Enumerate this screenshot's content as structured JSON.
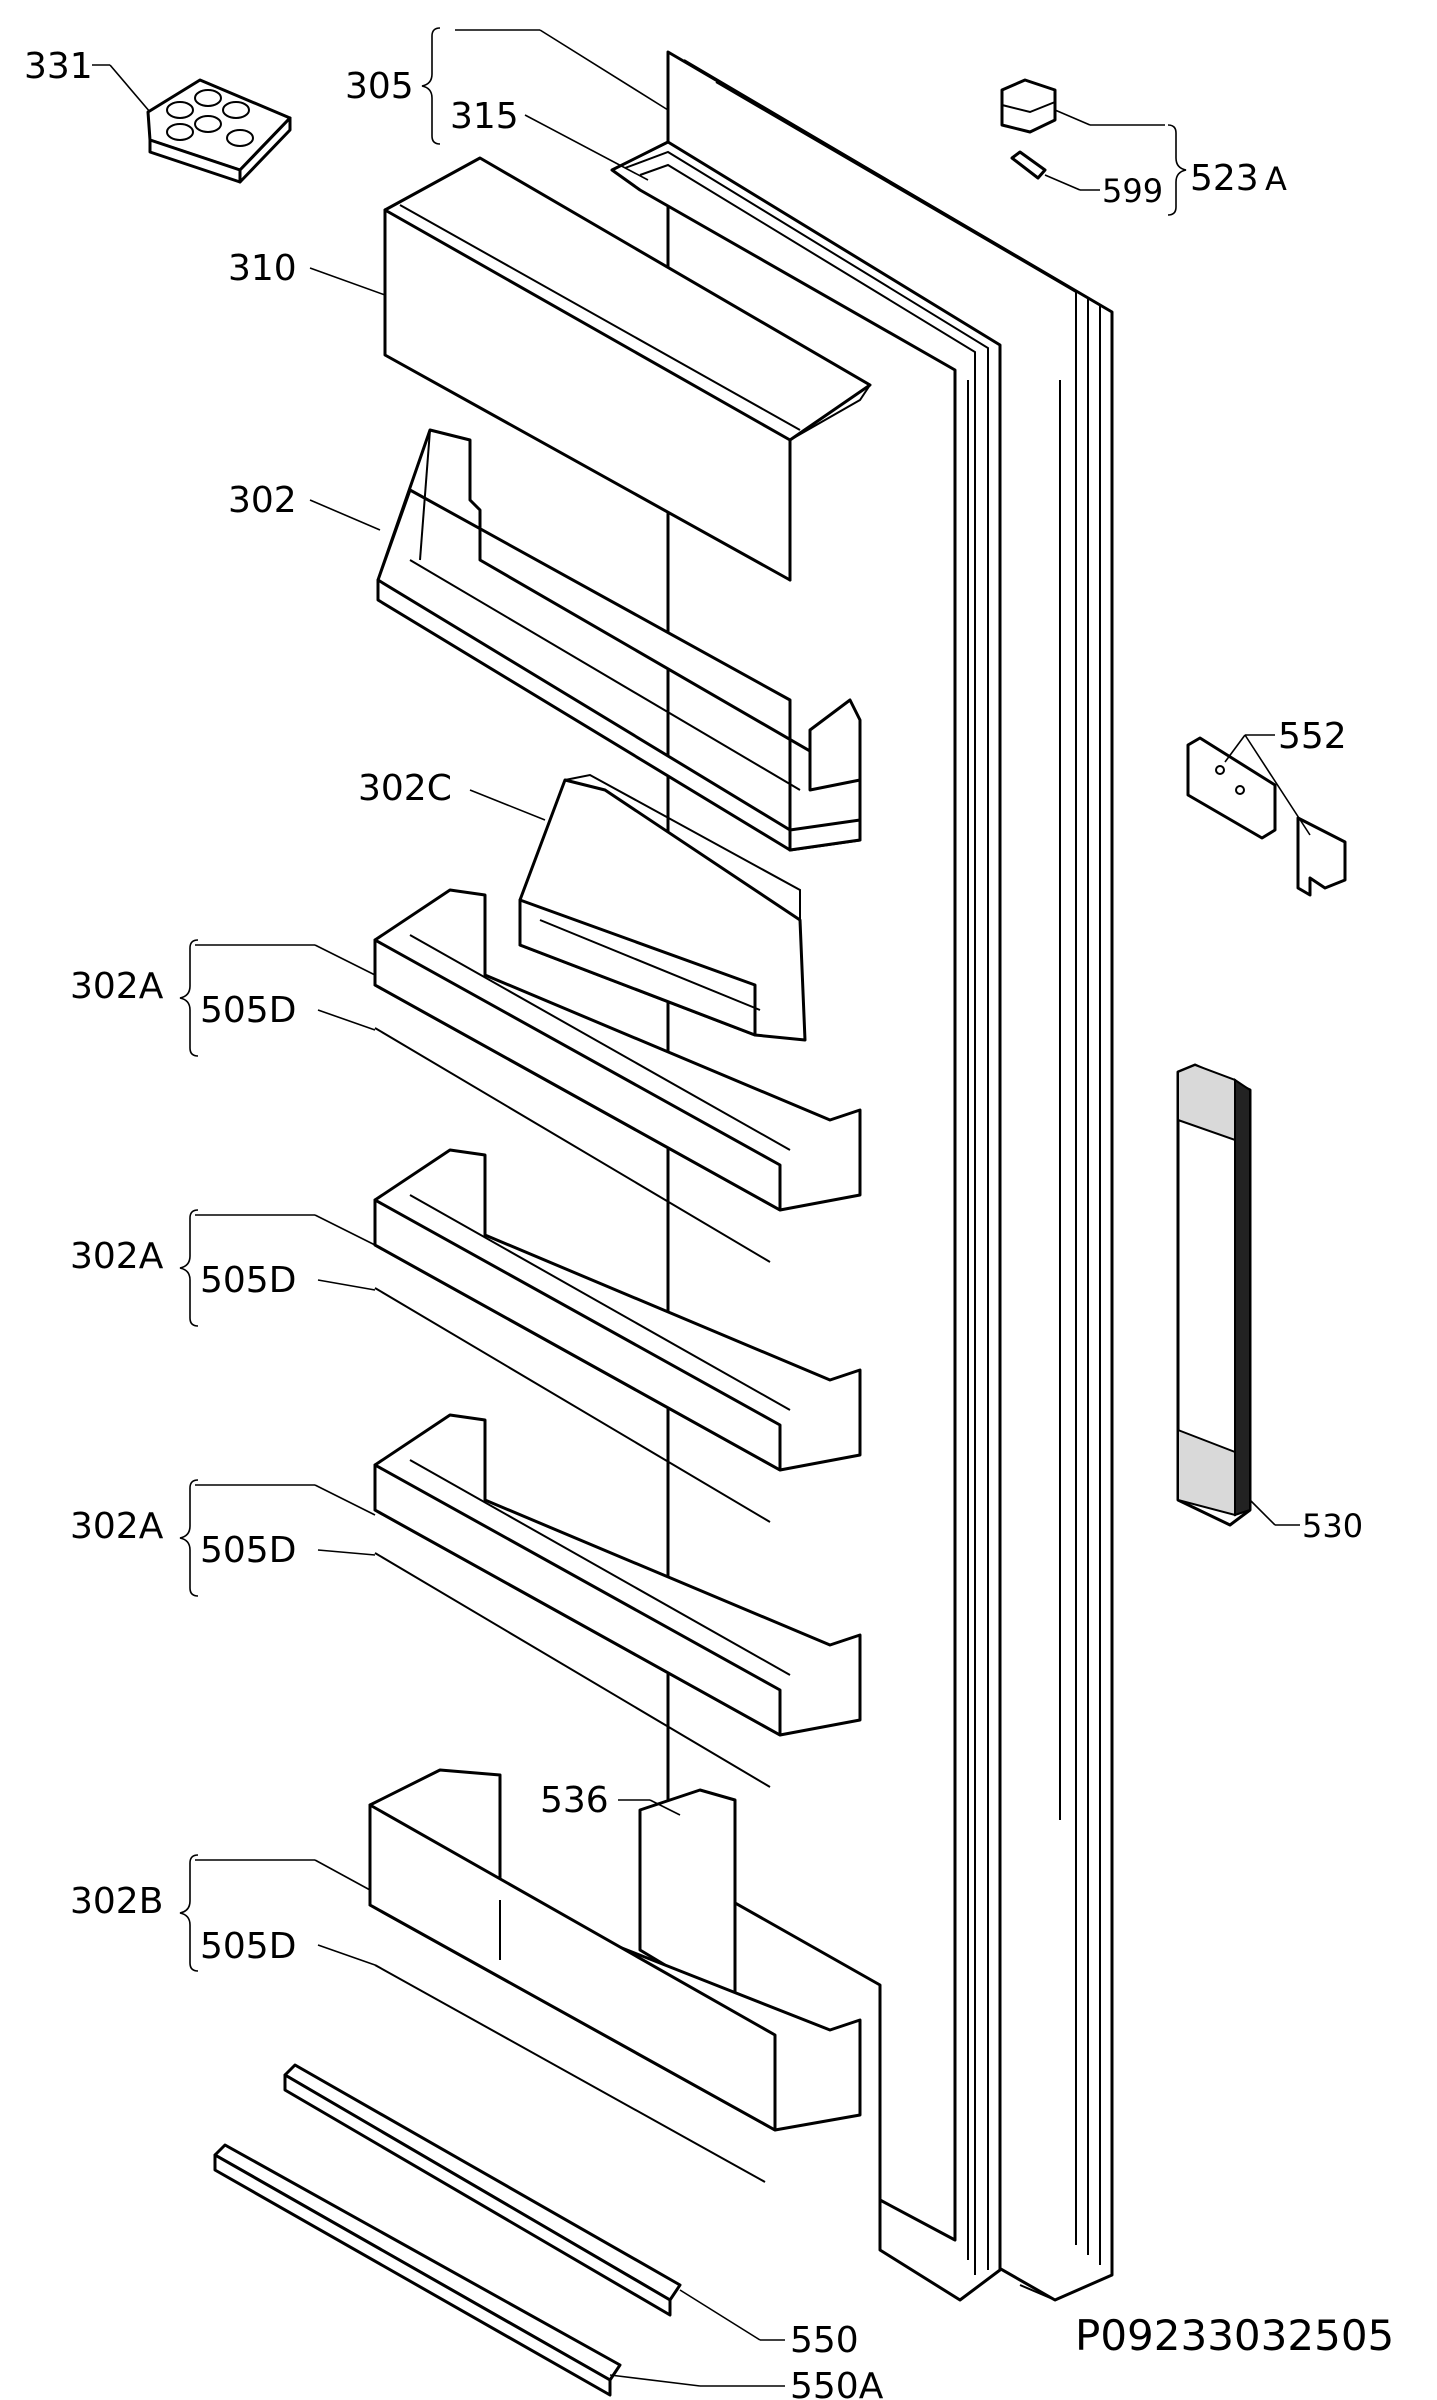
{
  "labels": {
    "l331": "331",
    "l305": "305",
    "l315": "315",
    "l310": "310",
    "l302": "302",
    "l302c": "302C",
    "l302a_1": "302A",
    "l505d_1": "505D",
    "l302a_2": "302A",
    "l505d_2": "505D",
    "l302a_3": "302A",
    "l505d_3": "505D",
    "l536": "536",
    "l302b": "302B",
    "l505d_4": "505D",
    "l550": "550",
    "l550a": "550A",
    "l523a": "523",
    "l523a_suffix": "A",
    "l599": "599",
    "l552": "552",
    "l530": "530"
  },
  "drawing_code": "P09233032505",
  "colors": {
    "ink": "#000000",
    "paper": "#ffffff",
    "shade": "#d9d9d9",
    "dark": "#222222"
  }
}
